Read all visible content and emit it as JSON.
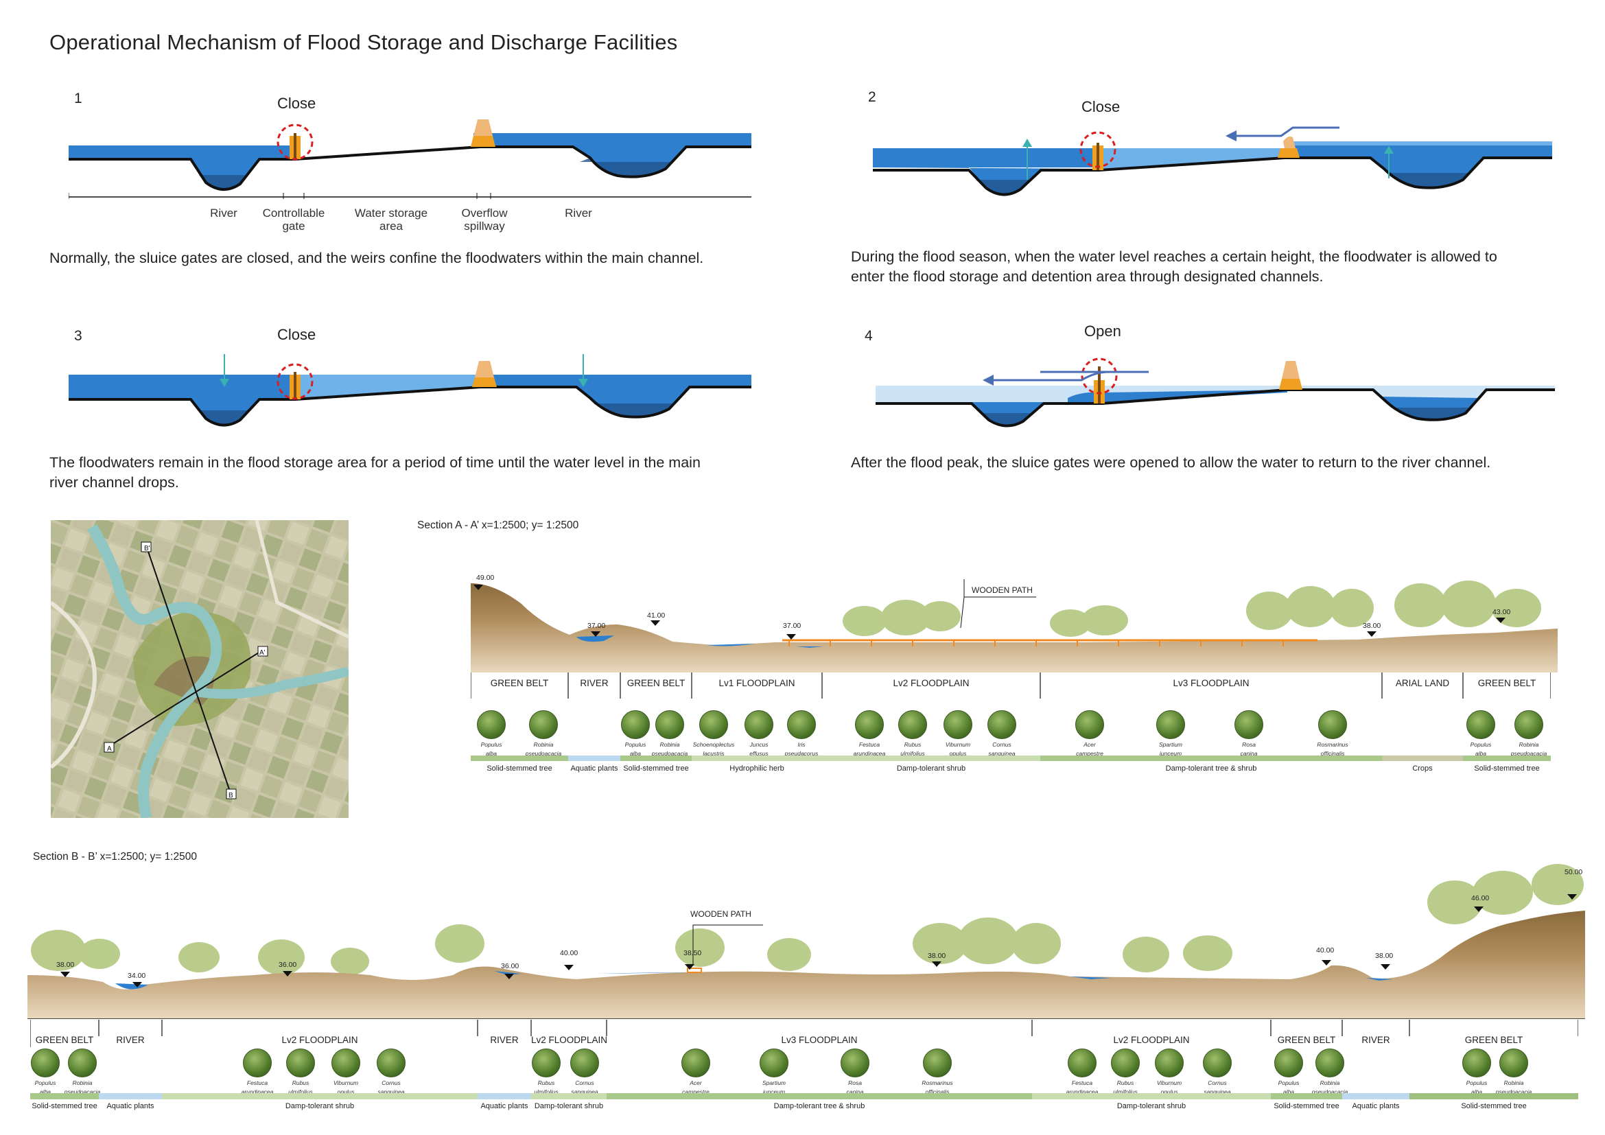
{
  "title": "Operational Mechanism of Flood Storage and Discharge Facilities",
  "panels": [
    {
      "num": "1",
      "state": "Close",
      "desc": [
        "Normally, the sluice gates are closed, and the weirs confine the floodwaters within the main channel."
      ]
    },
    {
      "num": "2",
      "state": "Close",
      "desc": [
        "During the flood season, when the water level reaches a certain height, the floodwater is allowed to",
        "enter the flood storage and detention area through designated channels."
      ]
    },
    {
      "num": "3",
      "state": "Close",
      "desc": [
        "The floodwaters remain in the flood storage area for a period of time until the water level in the main",
        "river channel drops."
      ]
    },
    {
      "num": "4",
      "state": "Open",
      "desc": [
        "After the flood peak, the sluice gates were opened to allow the water to return to the river channel."
      ]
    }
  ],
  "panel1_labels": {
    "river_left": "River",
    "gate": [
      "Controllable",
      "gate"
    ],
    "storage": [
      "Water storage",
      "area"
    ],
    "spillway": [
      "Overflow",
      "spillway"
    ],
    "river_right": "River"
  },
  "map": {
    "marker_a": "A",
    "marker_a2": "A'",
    "marker_b": "B",
    "marker_b2": "B'"
  },
  "sectionA": {
    "title": "Section A - A’  x=1:2500; y= 1:2500",
    "wooden_path": "WOODEN PATH",
    "elevations": [
      "49.00",
      "37.00",
      "41.00",
      "37.00",
      "38.00",
      "43.00"
    ],
    "zones": [
      "GREEN BELT",
      "RIVER",
      "GREEN BELT",
      "Lv1 FLOODPLAIN",
      "Lv2 FLOODPLAIN",
      "Lv3 FLOODPLAIN",
      "ARIAL LAND",
      "GREEN BELT"
    ],
    "plants": [
      [
        "Populus",
        "alba"
      ],
      [
        "Robinia",
        "pseudoacacia"
      ],
      [
        "Populus",
        "alba"
      ],
      [
        "Robinia",
        "pseudoacacia"
      ],
      [
        "Schoenoplectus",
        "lacustris"
      ],
      [
        "Juncus",
        "effusus"
      ],
      [
        "Iris",
        "pseudacorus"
      ],
      [
        "Festuca",
        "arundinacea"
      ],
      [
        "Rubus",
        "ulmifolius"
      ],
      [
        "Viburnum",
        "opulus"
      ],
      [
        "Cornus",
        "sanguinea"
      ],
      [
        "Acer",
        "campestre"
      ],
      [
        "Spartium",
        "junceum"
      ],
      [
        "Rosa",
        "canina"
      ],
      [
        "Rosmarinus",
        "officinalis"
      ],
      [
        "Populus",
        "alba"
      ],
      [
        "Robinia",
        "pseudoacacia"
      ]
    ],
    "bars": [
      "Solid-stemmed tree",
      "Aquatic plants",
      "Solid-stemmed tree",
      "Hydrophilic herb",
      "Damp-tolerant shrub",
      "Damp-tolerant tree & shrub",
      "Crops",
      "Solid-stemmed tree"
    ]
  },
  "sectionB": {
    "title": "Section B - B’  x=1:2500; y= 1:2500",
    "wooden_path": "WOODEN PATH",
    "elevations": [
      "38.00",
      "34.00",
      "36.00",
      "36.00",
      "40.00",
      "38.50",
      "38.00",
      "40.00",
      "38.00",
      "46.00",
      "50.00"
    ],
    "zones": [
      "GREEN BELT",
      "RIVER",
      "Lv2 FLOODPLAIN",
      "RIVER",
      "Lv2 FLOODPLAIN",
      "Lv3 FLOODPLAIN",
      "Lv2 FLOODPLAIN",
      "GREEN BELT",
      "RIVER",
      "GREEN BELT"
    ],
    "plants": [
      [
        "Populus",
        "alba"
      ],
      [
        "Robinia",
        "pseudoacacia"
      ],
      [
        "Festuca",
        "arundinacea"
      ],
      [
        "Rubus",
        "ulmifolius"
      ],
      [
        "Viburnum",
        "opulus"
      ],
      [
        "Cornus",
        "sanguinea"
      ],
      [
        "Rubus",
        "ulmifolius"
      ],
      [
        "Cornus",
        "sanguinea"
      ],
      [
        "Acer",
        "campestre"
      ],
      [
        "Spartium",
        "junceum"
      ],
      [
        "Rosa",
        "canina"
      ],
      [
        "Rosmarinus",
        "officinalis"
      ],
      [
        "Festuca",
        "arundinacea"
      ],
      [
        "Rubus",
        "ulmifolius"
      ],
      [
        "Viburnum",
        "opulus"
      ],
      [
        "Cornus",
        "sanguinea"
      ],
      [
        "Populus",
        "alba"
      ],
      [
        "Robinia",
        "pseudoacacia"
      ],
      [
        "Populus",
        "alba"
      ],
      [
        "Robinia",
        "pseudoacacia"
      ]
    ],
    "bars": [
      "Solid-stemmed tree",
      "Aquatic plants",
      "Damp-tolerant shrub",
      "Aquatic plants",
      "Damp-tolerant shrub",
      "Damp-tolerant tree & shrub",
      "Damp-tolerant shrub",
      "Solid-stemmed tree",
      "Aquatic plants",
      "Solid-stemmed tree"
    ]
  },
  "colors": {
    "water_dark": "#2f7fcf",
    "water_light": "#6fb2ea",
    "water_pale": "#cde4f6",
    "gate": "#f0a020",
    "weir": "#f0b878",
    "ring": "#d81e1e",
    "arrow": "#4a6fb5",
    "soil": "#a07848",
    "bar_green": "#a9c98a",
    "bar_blue": "#bcd9ef",
    "bar_beige": "#c9c9a8"
  }
}
